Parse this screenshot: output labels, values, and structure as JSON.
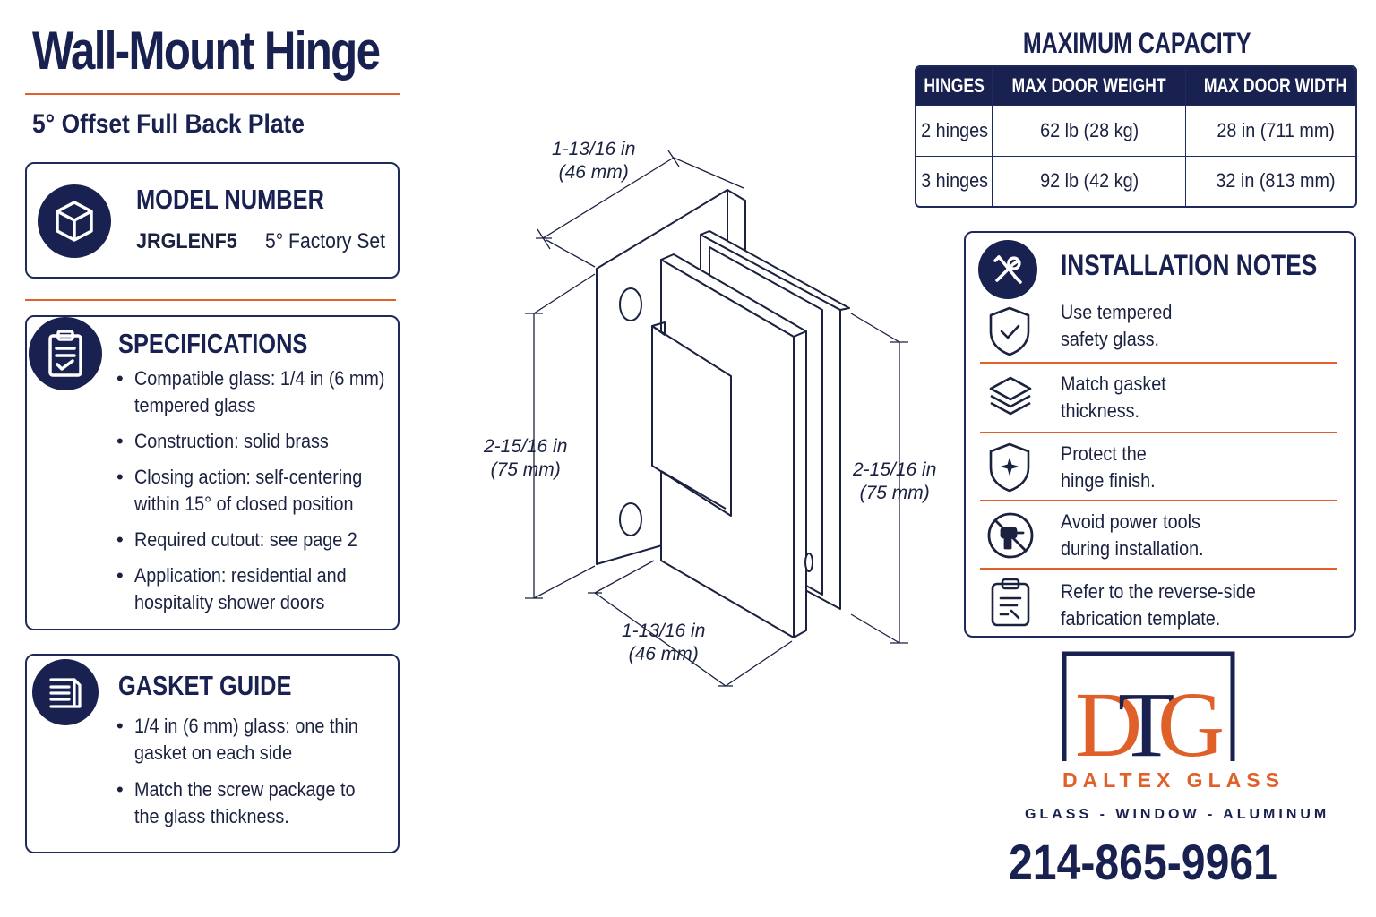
{
  "header": {
    "title": "Wall-Mount Hinge",
    "subtitle": "5° Offset Full Back Plate"
  },
  "model": {
    "icon": "cube-icon",
    "heading": "MODEL NUMBER",
    "number": "JRGLENF5",
    "setting": "5° Factory Set"
  },
  "specifications": {
    "icon": "clipboard-check-icon",
    "heading": "SPECIFICATIONS",
    "items": [
      [
        "Compatible glass: 1/4 in (6 mm)",
        "tempered glass"
      ],
      [
        "Construction: solid brass"
      ],
      [
        "Closing action: self-centering",
        "within 15° of closed position"
      ],
      [
        "Required cutout: see page 2"
      ],
      [
        "Application: residential and",
        "hospitality shower doors"
      ]
    ]
  },
  "gasket_guide": {
    "icon": "gasket-document-icon",
    "heading": "GASKET GUIDE",
    "items": [
      [
        "1/4 in (6 mm) glass: one thin",
        "gasket on each side"
      ],
      [
        "Match the screw package to",
        "the glass thickness."
      ]
    ]
  },
  "drawing": {
    "dim_top": [
      "1-13/16 in",
      "(46 mm)"
    ],
    "dim_left": [
      "2-15/16 in",
      "(75 mm)"
    ],
    "dim_right": [
      "2-15/16 in",
      "(75 mm)"
    ],
    "dim_bottom": [
      "1-13/16 in",
      "(46 mm)"
    ]
  },
  "capacity": {
    "title": "MAXIMUM CAPACITY",
    "headers": [
      "HINGES",
      "MAX DOOR WEIGHT",
      "MAX DOOR WIDTH"
    ],
    "rows": [
      [
        "2 hinges",
        "62 lb (28 kg)",
        "28 in (711 mm)"
      ],
      [
        "3 hinges",
        "92 lb (42 kg)",
        "32 in (813 mm)"
      ]
    ]
  },
  "installation_notes": {
    "icon": "wrench-screwdriver-icon",
    "heading": "INSTALLATION NOTES",
    "items": [
      {
        "icon": "shield-check-icon",
        "lines": [
          "Use tempered",
          "safety glass."
        ]
      },
      {
        "icon": "layers-icon",
        "lines": [
          "Match gasket",
          "thickness."
        ]
      },
      {
        "icon": "shield-sparkle-icon",
        "lines": [
          "Protect the",
          "hinge finish."
        ]
      },
      {
        "icon": "no-power-drill-icon",
        "lines": [
          "Avoid power tools",
          "during installation."
        ]
      },
      {
        "icon": "clipboard-icon",
        "lines": [
          "Refer to the reverse-side",
          "fabrication template."
        ]
      }
    ]
  },
  "brand": {
    "logo_letters": "DTG",
    "name": "DALTEX GLASS",
    "tagline": "GLASS - WINDOW - ALUMINUM",
    "phone": "214-865-9961",
    "colors": {
      "navy": "#18214f",
      "orange": "#e0602a"
    }
  }
}
